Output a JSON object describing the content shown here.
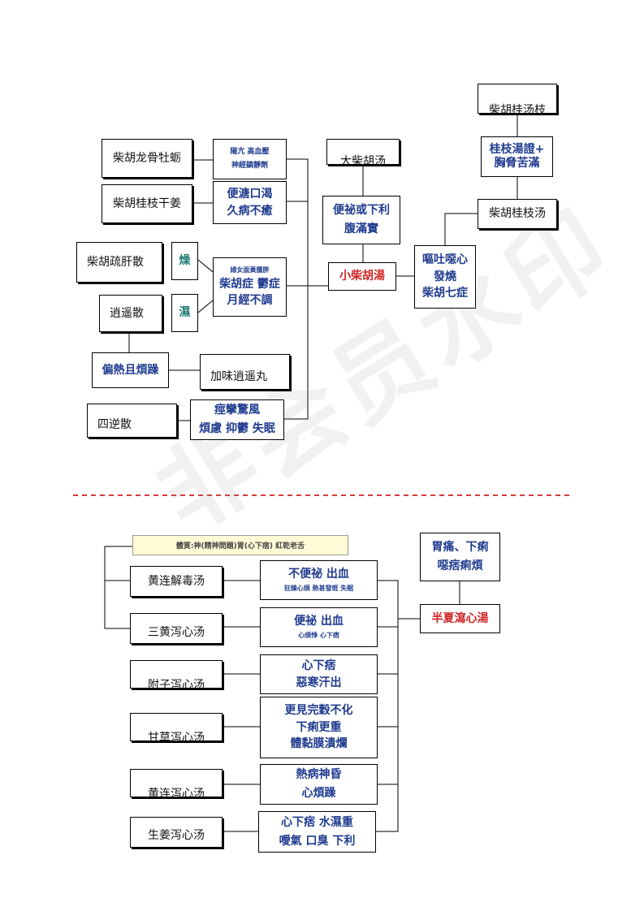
{
  "watermark": "非会员水印",
  "top": {
    "bupleurum_cinnamon_branch": "柴胡桂汤枝",
    "cinnamon_twig_signs": [
      "桂枝湯證+",
      "胸脅苦滿"
    ],
    "bupleurum_cinnamon_twig": "柴胡桂枝汤",
    "major_bupleurum": "大柴胡汤",
    "constipation_box": [
      "便祕或下利",
      "腹滿實"
    ],
    "minor_bupleurum": "小柴胡湯",
    "vomit_box": [
      "嘔吐噁心",
      "發燒",
      "柴胡七症"
    ],
    "longgu_muli": "柴胡龙骨牡蛎",
    "longgu_symptoms": [
      "陽亢 高血壓",
      "神經鎮靜劑"
    ],
    "guizhi_ganjiang": "柴胡桂枝干姜",
    "guizhi_symptoms": [
      "便溏口渴",
      "久病不癒"
    ],
    "shugan": "柴胡疏肝散",
    "dry": "燥",
    "damp": "濕",
    "women_box": [
      "婦女面黃腫胖",
      "柴胡症 鬱症",
      "月經不調"
    ],
    "xiaoyao": "逍遥散",
    "heat_irritable": "偏熱且煩躁",
    "jiawei_xiaoyao": "加味逍遥丸",
    "sini": "四逆散",
    "sini_symptoms": [
      "痙攣驚風",
      "煩慮 抑鬱 失眠"
    ]
  },
  "bottom": {
    "constitution_note": "體質:神(精神問題)胃(心下痞) 紅乾老舌",
    "huanglian_jiedu": "黄连解毒汤",
    "huanglian_jiedu_symptoms": [
      "不便祕 出血",
      "狂燥心煩 熱甚發斑 失眠"
    ],
    "sanhuang": "三黄泻心汤",
    "sanhuang_symptoms": [
      "便祕 出血",
      "心煩悸 心下痞"
    ],
    "fuzi": "附子泻心汤",
    "fuzi_symptoms": [
      "心下痞",
      "惡寒汗出"
    ],
    "gancao": "甘草泻心汤",
    "gancao_symptoms": [
      "更見完穀不化",
      "下痢更重",
      "體黏膜潰爛"
    ],
    "huanglian": "黄连泻心汤",
    "huanglian_symptoms": [
      "熱病神昏",
      "心煩躁"
    ],
    "shengjiang": "生姜泻心汤",
    "shengjiang_symptoms": [
      "心下痞 水濕重",
      "噯氣 口臭 下利"
    ],
    "stomach_box": [
      "胃痛、下痢",
      "噁痞痢煩"
    ],
    "banxia": "半夏瀉心湯"
  }
}
